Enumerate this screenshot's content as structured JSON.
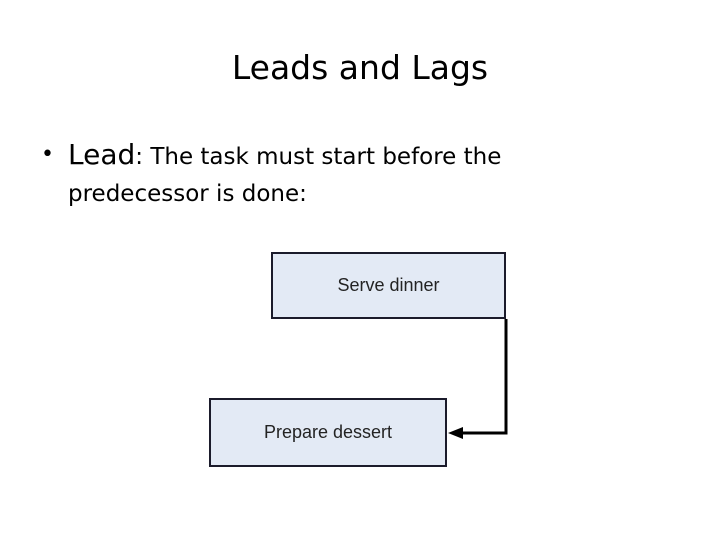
{
  "slide": {
    "title": "Leads and Lags",
    "background_color": "#FFFFFF"
  },
  "body": {
    "bullet_marker": "•",
    "lead_term": "Lead",
    "lead_sentence": ": The task must start before the predecessor is done:"
  },
  "diagram": {
    "type": "flowchart",
    "node_fill_color": "#E3EAF5",
    "node_border_color": "#1B1B2B",
    "connector_color": "#000000",
    "nodes": [
      {
        "id": "serve-dinner",
        "label": "Serve dinner"
      },
      {
        "id": "prepare-dessert",
        "label": "Prepare dessert"
      }
    ],
    "connectors": [
      {
        "from": "serve-dinner",
        "to": "prepare-dessert",
        "arrow": "arrowhead-left"
      }
    ]
  }
}
